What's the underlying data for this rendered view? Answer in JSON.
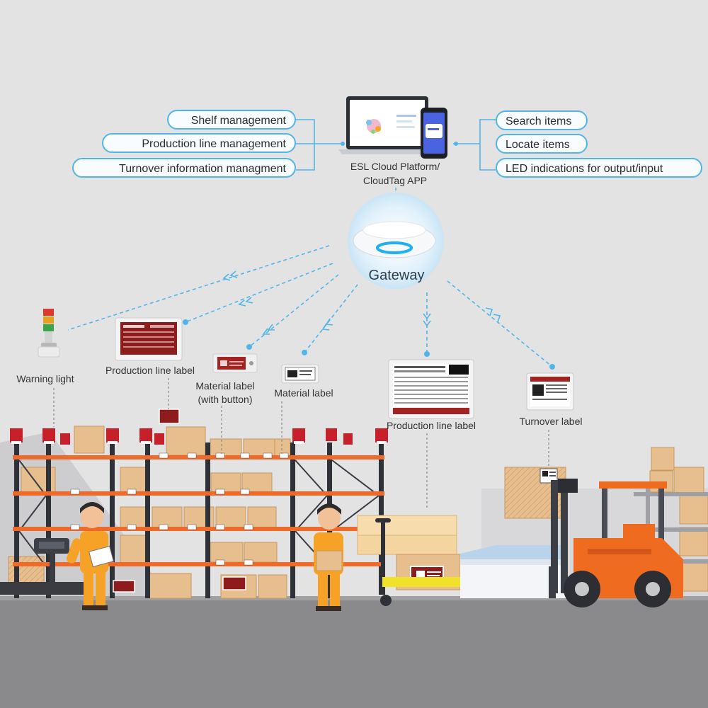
{
  "left_features": [
    "Shelf management",
    "Production line management",
    "Turnover information managment"
  ],
  "right_features": [
    "Search items",
    "Locate items",
    "LED indications for output/input"
  ],
  "platform": {
    "line1": "ESL Cloud Platform/",
    "line2": "CloudTag APP"
  },
  "gateway": {
    "label": "Gateway"
  },
  "devices": {
    "warning_light": "Warning light",
    "production_label_1": "Production line label",
    "material_button_line1": "Material label",
    "material_button_line2": "(with button)",
    "material_label": "Material label",
    "production_label_2": "Production line label",
    "turnover_label": "Turnover label"
  },
  "colors": {
    "accent_blue": "#52b5ea",
    "rack_orange": "#ee6a2a",
    "box_tan": "#e7be8e",
    "label_red": "#8e1c1c",
    "floor": "#8a8a8c",
    "background": "#e3e3e3"
  }
}
